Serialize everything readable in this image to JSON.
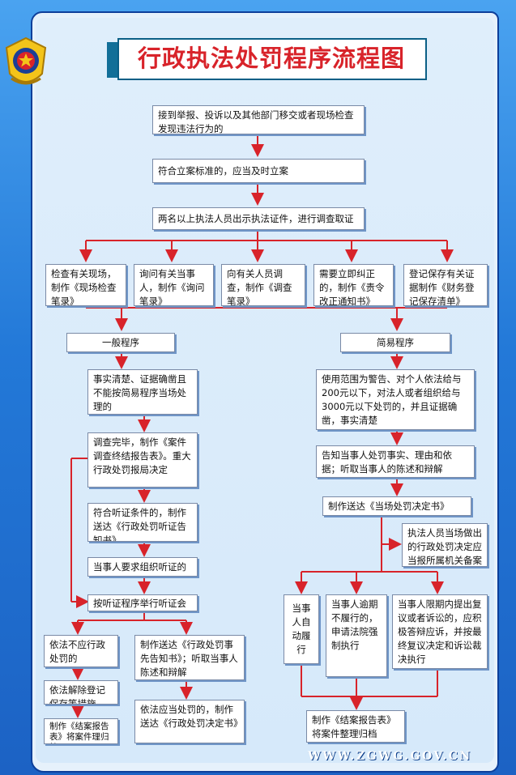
{
  "title": "行政执法处罚程序流程图",
  "footer": "WWW.ZGWG.GOV.CN",
  "colors": {
    "arrow": "#d8232a",
    "title_text": "#d8232a",
    "background": "#2379d8",
    "paper": "#dfeefb"
  },
  "steps": {
    "report": "接到举报、投诉以及其他部门移交或者现场检查发现违法行为的",
    "register": "符合立案标准的，应当及时立案",
    "investigate": "两名以上执法人员出示执法证件，进行调查取证"
  },
  "evidence": [
    "检查有关现场，制作《现场检查笔录》",
    "询问有关当事人，制作《询问笔录》",
    "向有关人员调查，制作《调查笔录》",
    "需要立即纠正的，制作《责令改正通知书》",
    "登记保存有关证据制作《财务登记保存清单》"
  ],
  "general": {
    "label": "一般程序",
    "not_simple": "事实清楚、证据确凿且不能按简易程序当场处理的",
    "report_done": "调查完毕，制作《案件调查终结报告表》。重大行政处罚报局决定",
    "hearing_notice": "符合听证条件的，制作送达《行政处罚听证告知书》",
    "hearing_request": "当事人要求组织听证的",
    "hearing_held": "按听证程序举行听证会",
    "no_penalty": "依法不应行政处罚的",
    "release": "依法解除登记保存等措施",
    "archive": "制作《结案报告表》将案件理归档",
    "pre_notice": "制作送达《行政处罚事先告知书》；听取当事人陈述和辩解",
    "decision": "依法应当处罚的，制作送达《行政处罚决定书》"
  },
  "simple": {
    "label": "简易程序",
    "scope": "使用范围为警告、对个人依法给与200元以下，对法人或者组织给与3000元以下处罚的，并且证据确凿，事实清楚",
    "inform": "告知当事人处罚事实、理由和依据；听取当事人的陈述和辩解",
    "onsite": "制作送达《当场处罚决定书》",
    "file": "执法人员当场做出的行政处罚决定应当报所属机关备案",
    "self": "当事人自动履行",
    "enforce": "当事人逾期不履行的，申请法院强制执行",
    "appeal": "当事人限期内提出复议或者诉讼的，应积极答辩应诉，并按最终复议决定和诉讼裁决执行",
    "archive": "制作《结案报告表》将案件整理归档"
  }
}
